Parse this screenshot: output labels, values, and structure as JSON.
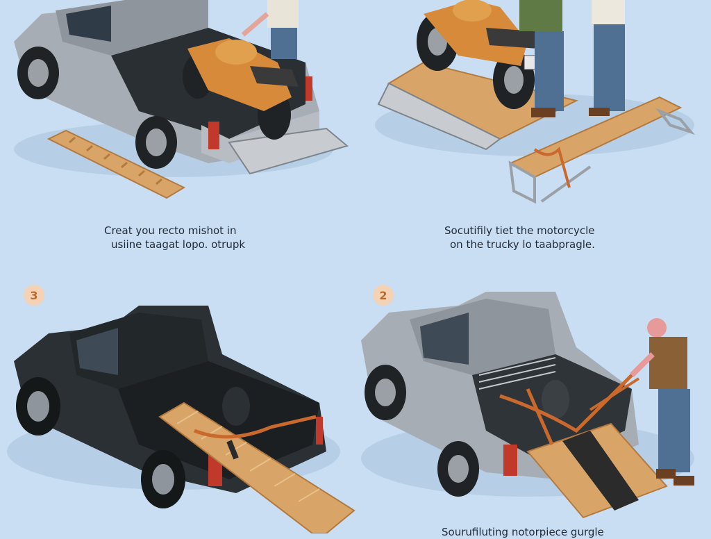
{
  "panels": [
    {
      "caption_lines": [
        "Creat you recto mishot  in",
        "usiine taagat lopo. otrupk"
      ]
    },
    {
      "caption_lines": [
        "Socutifily tiet the motorcycle",
        "on the trucky lo taabpragle."
      ]
    },
    {
      "badge": "3"
    },
    {
      "badge": "2",
      "caption_lines": [
        "Sourufiluting notorpiece gurgle"
      ]
    }
  ],
  "colors": {
    "background": "#c9def2",
    "silver_truck": "#a7adb4",
    "black_truck": "#2b3034",
    "motorcycle": "#d68a3a",
    "ramp_wood": "#d9a467",
    "strap": "#c9692e"
  }
}
